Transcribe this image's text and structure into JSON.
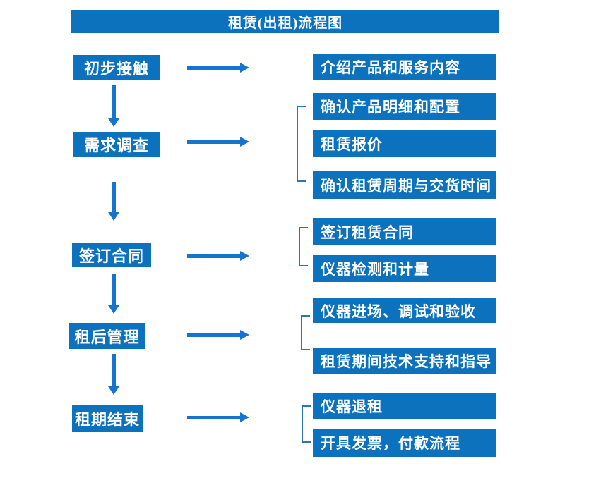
{
  "title": "租赁(出租)流程图",
  "colors": {
    "box_fill": "#0d72bd",
    "arrow": "#1574d0",
    "bracket": "#2e75b6",
    "text": "#ffffff",
    "background": "#ffffff"
  },
  "steps": [
    {
      "label": "初步接触",
      "details": [
        "介绍产品和服务内容"
      ]
    },
    {
      "label": "需求调查",
      "details": [
        "确认产品明细和配置",
        "租赁报价",
        "确认租赁周期与交货时间"
      ]
    },
    {
      "label": "签订合同",
      "details": [
        "签订租赁合同",
        "仪器检测和计量"
      ]
    },
    {
      "label": "租后管理",
      "details": [
        "仪器进场、调试和验收",
        "租赁期间技术支持和指导"
      ]
    },
    {
      "label": "租期结束",
      "details": [
        "仪器退租",
        "开具发票，付款流程"
      ]
    }
  ]
}
